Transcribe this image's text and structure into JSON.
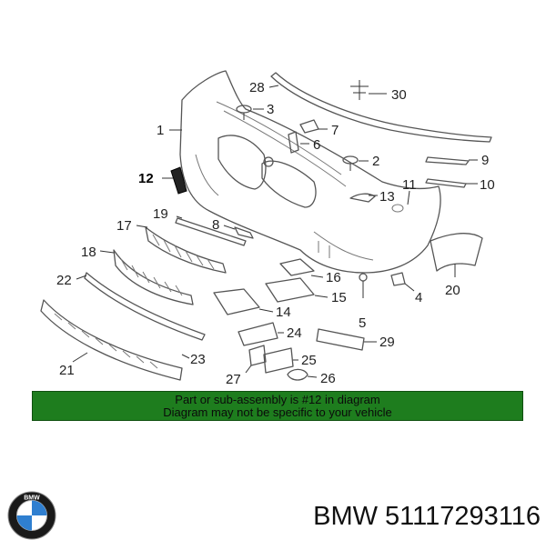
{
  "callouts": [
    "1",
    "2",
    "3",
    "4",
    "5",
    "6",
    "7",
    "8",
    "9",
    "10",
    "11",
    "12",
    "13",
    "14",
    "15",
    "16",
    "17",
    "18",
    "19",
    "20",
    "21",
    "22",
    "23",
    "24",
    "25",
    "26",
    "27",
    "28",
    "29",
    "30"
  ],
  "highlighted_callout": "12",
  "banner": {
    "line1": "Part or sub-assembly is #12 in diagram",
    "line2": "Diagram may not be specific to your vehicle",
    "background": "#1e7d1e"
  },
  "brand": {
    "logo_text": "BMW",
    "caption": "BMW 51117293116"
  }
}
